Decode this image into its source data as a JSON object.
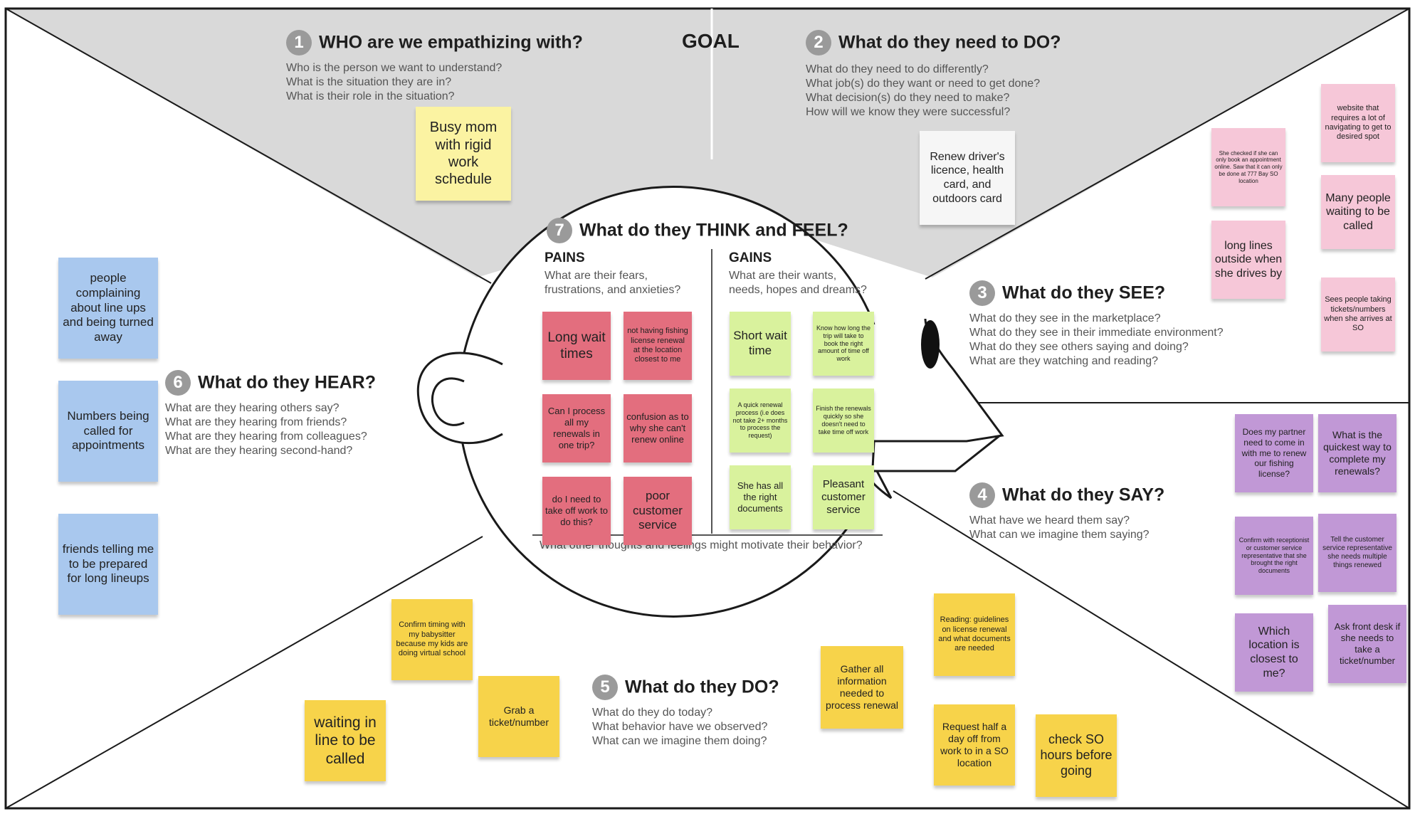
{
  "map": {
    "goal_label": "GOAL",
    "sections": {
      "who": {
        "number": "1",
        "title": "WHO are we empathizing with?",
        "questions": [
          "Who is the person we want to understand?",
          "What is the situation they are in?",
          "What is their role in the situation?"
        ]
      },
      "do_goal": {
        "number": "2",
        "title": "What do they need to DO?",
        "questions": [
          "What do they need to do differently?",
          "What job(s) do they want or need to get done?",
          "What decision(s) do they need to make?",
          "How will we know they were successful?"
        ]
      },
      "see": {
        "number": "3",
        "title": "What do they SEE?",
        "questions": [
          "What do they see in the marketplace?",
          "What do they see in their immediate environment?",
          "What do they see others saying and doing?",
          "What are they watching and reading?"
        ]
      },
      "say": {
        "number": "4",
        "title": "What do they SAY?",
        "questions": [
          "What have we heard them say?",
          "What can we imagine them saying?"
        ]
      },
      "do_today": {
        "number": "5",
        "title": "What do they DO?",
        "questions": [
          "What do they do today?",
          "What behavior have we observed?",
          "What can we imagine them doing?"
        ]
      },
      "hear": {
        "number": "6",
        "title": "What do they HEAR?",
        "questions": [
          "What are they hearing others say?",
          "What are they hearing from friends?",
          "What are they hearing from colleagues?",
          "What are they hearing second-hand?"
        ]
      },
      "think_feel": {
        "number": "7",
        "title": "What do they THINK and FEEL?",
        "pains_title": "PAINS",
        "pains_desc": [
          "What are their fears,",
          "frustrations, and anxieties?"
        ],
        "gains_title": "GAINS",
        "gains_desc": [
          "What are their wants,",
          "needs, hopes and dreams?"
        ],
        "motivate": "What other thoughts and feelings might motivate their behavior?"
      }
    },
    "colors": {
      "top_band": "#d9d9d9",
      "outline": "#1a1a1a",
      "number_badge": "#9a9a9a",
      "note_pain": "#e36e7e",
      "note_gain": "#d9f29d",
      "note_hear": "#a9c8ee",
      "note_see": "#f6c7d8",
      "note_say": "#c198d6",
      "note_do": "#f7d34a"
    },
    "notes": {
      "who": [
        "Busy mom with rigid work schedule"
      ],
      "goal": [
        "Renew driver's licence, health card, and outdoors card"
      ],
      "hear": [
        "people complaining about line ups and being turned away",
        "Numbers being called for appointments",
        "friends telling me to be prepared for long lineups"
      ],
      "pains": [
        "Long wait times",
        "not having fishing license renewal at the location closest to me",
        "Can I process all my renewals in one trip?",
        "confusion as to why she can't renew online",
        "do I need to take off work to do this?",
        "poor customer service"
      ],
      "gains": [
        "Short wait time",
        "Know how long the trip will take to book the right amount of time off work",
        "A quick renewal process (i.e does not take 2+ months to process the request)",
        "Finish the renewals quickly so she doesn't need to take time off work",
        "She has all the right documents",
        "Pleasant customer service"
      ],
      "see": [
        "She checked if she can only book an appointment online. Saw that it can only be done at 777 Bay SO location",
        "website that requires a lot of navigating to get to desired spot",
        "long lines outside when she drives by",
        "Many people waiting to be called",
        "Sees people taking tickets/numbers when she arrives at SO"
      ],
      "say": [
        "Does my partner need to come in with me to renew our fishing license?",
        "What is the quickest way to complete my renewals?",
        "Confirm with receptionist or customer service representative that she brought the right documents",
        "Tell the customer service representative she needs multiple things renewed",
        "Which location is closest to me?",
        "Ask front desk if she needs to take a ticket/number"
      ],
      "do": [
        "Confirm timing with my babysitter because my kids are doing virtual school",
        "Grab a ticket/number",
        "waiting in line to be called",
        "Gather all information needed to process renewal",
        "Reading: guidelines on license renewal and what documents are needed",
        "Request half a day off from work to in a SO location",
        "check SO hours before going"
      ]
    }
  }
}
